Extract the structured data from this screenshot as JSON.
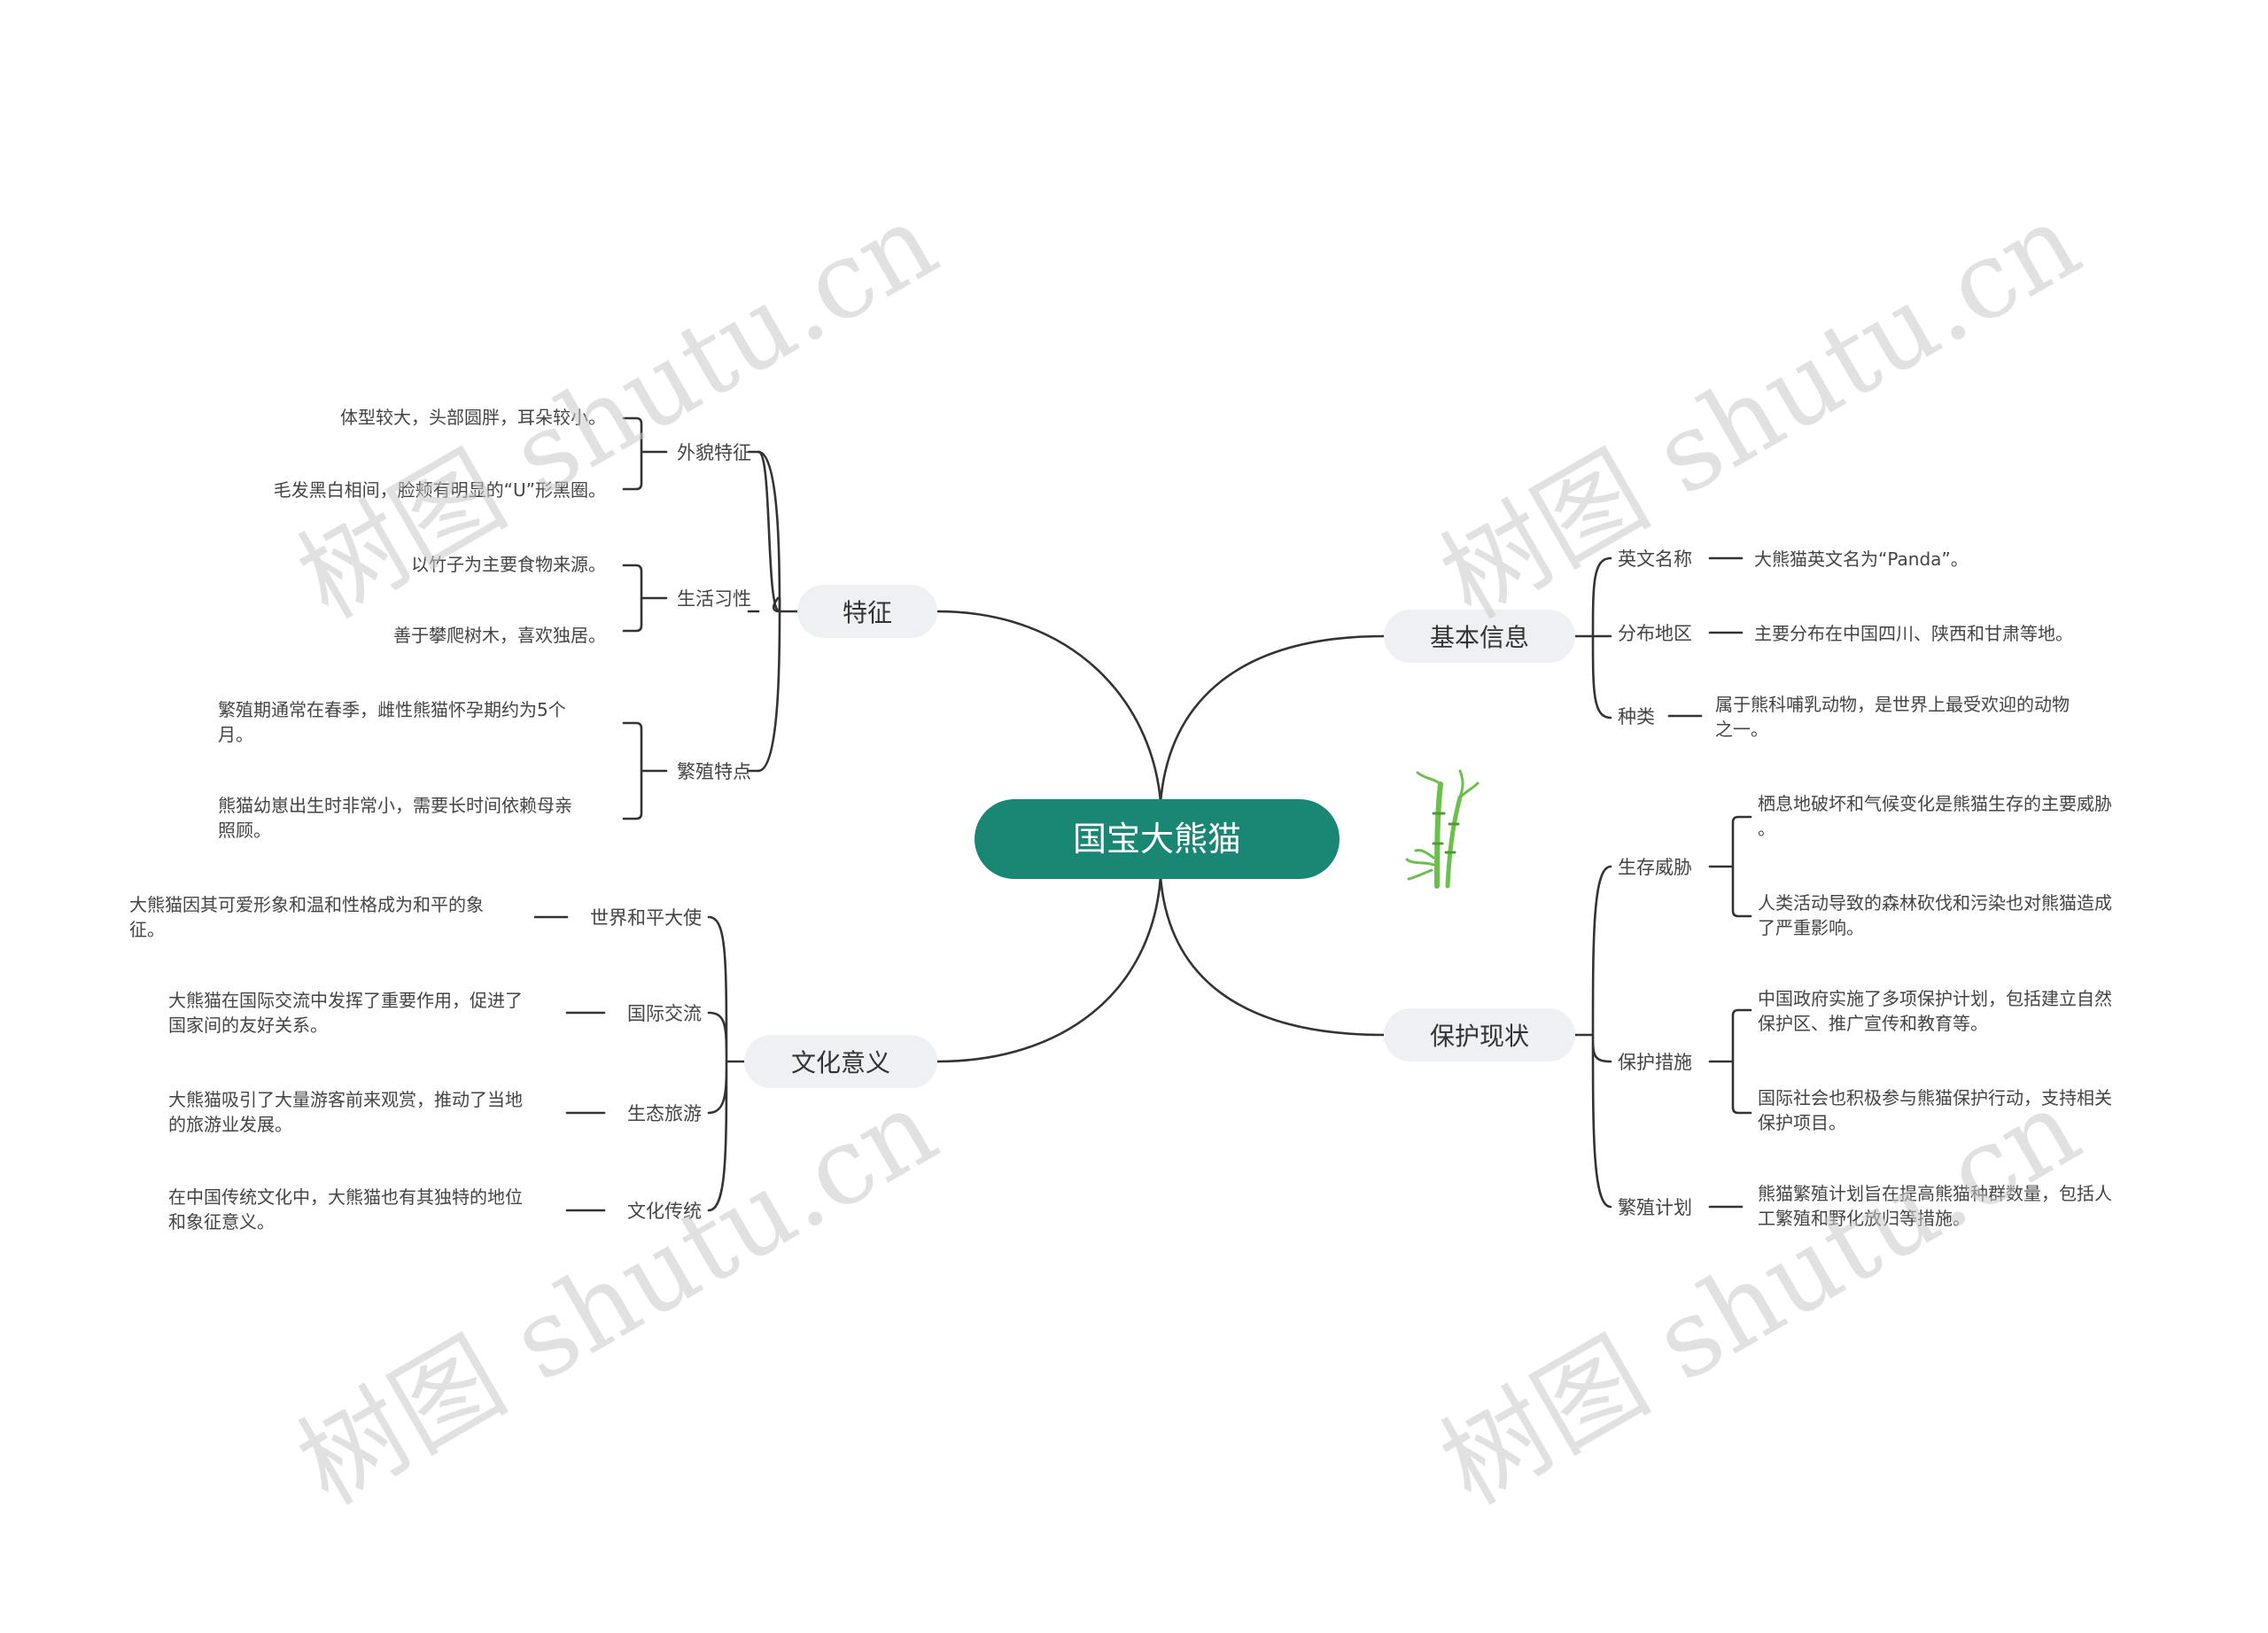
{
  "colors": {
    "root_fill": "#1a8775",
    "topic_fill": "#eef0f3",
    "line": "#333333",
    "watermark": "#c9c9c9",
    "bamboo": "#6bc04b"
  },
  "watermark_text": "树图 shutu.cn",
  "root": {
    "label": "国宝大熊猫"
  },
  "decoration": {
    "icon": "bamboo-icon"
  },
  "branches": {
    "features": {
      "label": "特征",
      "appearance": {
        "label": "外貌特征",
        "items": [
          "体型较大，头部圆胖，耳朵较小。",
          "毛发黑白相间，脸颊有明显的“U”形黑圈。"
        ]
      },
      "habits": {
        "label": "生活习性",
        "items": [
          "以竹子为主要食物来源。",
          "善于攀爬树木，喜欢独居。"
        ]
      },
      "breeding": {
        "label": "繁殖特点",
        "items": [
          [
            "繁殖期通常在春季，雌性熊猫怀孕期约为5个",
            "月。"
          ],
          [
            "熊猫幼崽出生时非常小，需要长时间依赖母亲",
            "照顾。"
          ]
        ]
      }
    },
    "culture": {
      "label": "文化意义",
      "items": [
        {
          "label": "世界和平大使",
          "text": [
            "大熊猫因其可爱形象和温和性格成为和平的象",
            "征。"
          ]
        },
        {
          "label": "国际交流",
          "text": [
            "大熊猫在国际交流中发挥了重要作用，促进了",
            "国家间的友好关系。"
          ]
        },
        {
          "label": "生态旅游",
          "text": [
            "大熊猫吸引了大量游客前来观赏，推动了当地",
            "的旅游业发展。"
          ]
        },
        {
          "label": "文化传统",
          "text": [
            "在中国传统文化中，大熊猫也有其独特的地位",
            "和象征意义。"
          ]
        }
      ]
    },
    "basic": {
      "label": "基本信息",
      "items": [
        {
          "label": "英文名称",
          "text": [
            "大熊猫英文名为“Panda”。"
          ]
        },
        {
          "label": "分布地区",
          "text": [
            "主要分布在中国四川、陕西和甘肃等地。"
          ]
        },
        {
          "label": "种类",
          "text": [
            "属于熊科哺乳动物，是世界上最受欢迎的动物",
            "之一。"
          ]
        }
      ]
    },
    "protection": {
      "label": "保护现状",
      "threats": {
        "label": "生存威胁",
        "items": [
          [
            "栖息地破坏和气候变化是熊猫生存的主要威胁",
            "。"
          ],
          [
            "人类活动导致的森林砍伐和污染也对熊猫造成",
            "了严重影响。"
          ]
        ]
      },
      "measures": {
        "label": "保护措施",
        "items": [
          [
            "中国政府实施了多项保护计划，包括建立自然",
            "保护区、推广宣传和教育等。"
          ],
          [
            "国际社会也积极参与熊猫保护行动，支持相关",
            "保护项目。"
          ]
        ]
      },
      "program": {
        "label": "繁殖计划",
        "items": [
          [
            "熊猫繁殖计划旨在提高熊猫种群数量，包括人",
            "工繁殖和野化放归等措施。"
          ]
        ]
      }
    }
  }
}
